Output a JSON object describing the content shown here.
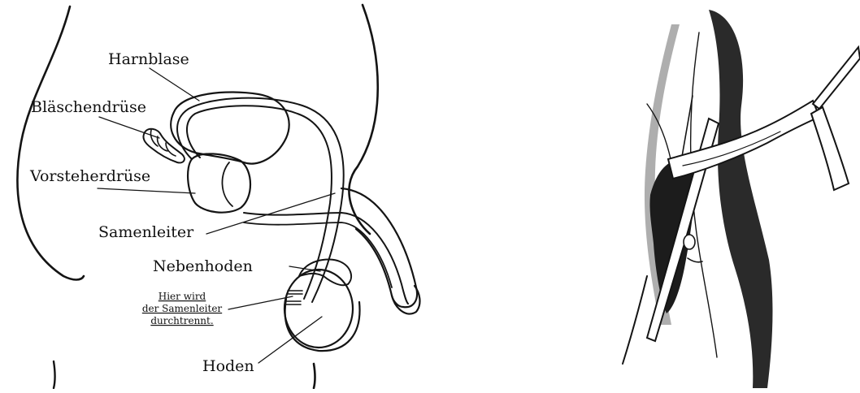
{
  "labels": {
    "harnblase": "Harnblase",
    "blaeschendruese": "Bläschendrüse",
    "vorsteherdruese": "Vorsteherdrüse",
    "samenleiter": "Samenleiter",
    "nebenhoden": "Nebenhoden",
    "hoden": "Hoden"
  },
  "note": {
    "line1": "Hier wird",
    "line2": "der Samenleiter",
    "line3": "durchtrennt."
  },
  "colors": {
    "ink": "#141414",
    "background": "#ffffff"
  }
}
